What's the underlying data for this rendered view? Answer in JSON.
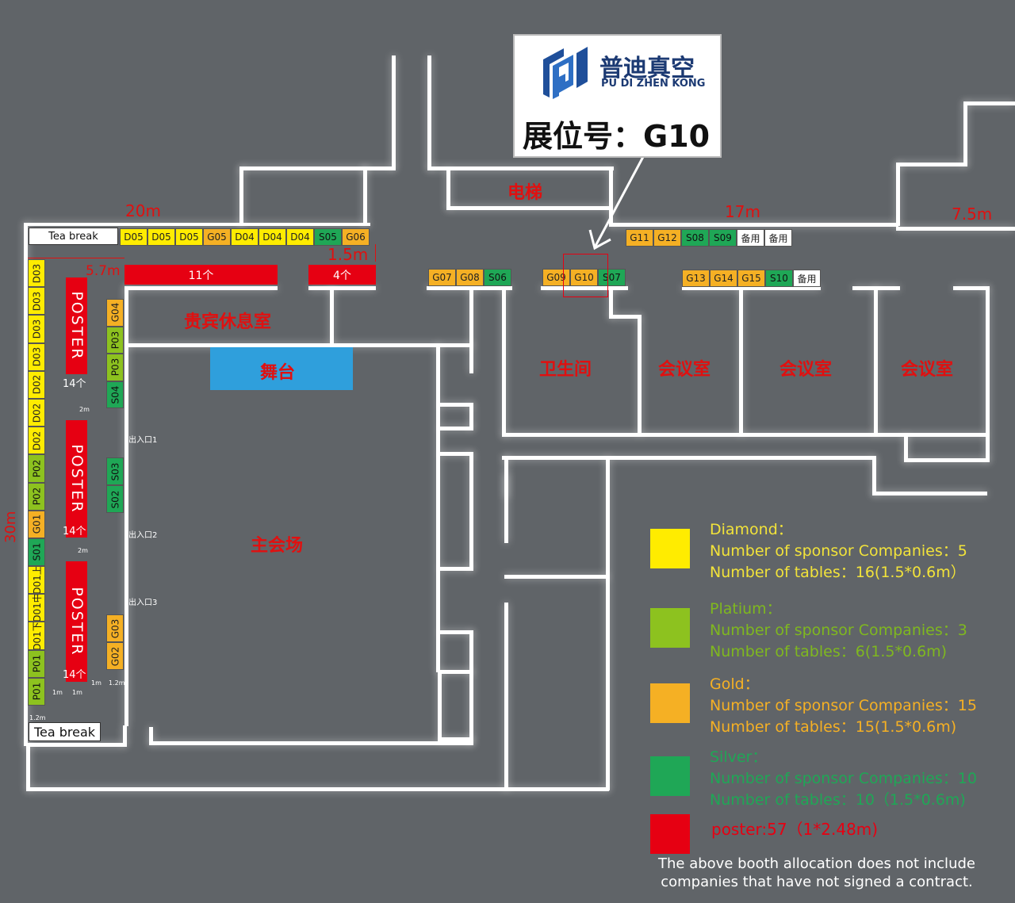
{
  "brand": {
    "name_cn": "普迪真空",
    "name_en": "PU DI ZHEN KONG",
    "booth_label": "展位号：G10"
  },
  "rooms": {
    "elevator": "电梯",
    "vip_lounge": "贵宾休息室",
    "stage": "舞台",
    "main_hall": "主会场",
    "restroom": "卫生间",
    "meeting_1": "会议室",
    "meeting_2": "会议室",
    "meeting_3": "会议室"
  },
  "dimensions": {
    "d20": "20m",
    "d17": "17m",
    "d75": "7.5m",
    "d57": "5.7m",
    "d15": "1.5m",
    "d30": "30m",
    "g2a": "2m",
    "g2b": "2m",
    "g1a": "1m",
    "g1b": "1m",
    "g1c": "1m",
    "g12a": "1.2m",
    "g12b": "1.2m"
  },
  "entrances": [
    "出入口1",
    "出入口2",
    "出入口3"
  ],
  "tea_break": [
    "Tea break",
    "Tea break"
  ],
  "poster_label": "POSTER",
  "poster_counts": [
    "14个",
    "14个",
    "14个"
  ],
  "poster_bars": [
    "11个",
    "4个"
  ],
  "colors": {
    "diamond": "#ffec00",
    "platinum": "#8dc21f",
    "gold": "#f5b024",
    "silver": "#1fa756",
    "poster": "#e60012",
    "highlight": "#e60012"
  },
  "booths": {
    "top_row_left": [
      {
        "id": "D05",
        "tier": "diamond"
      },
      {
        "id": "D05",
        "tier": "diamond"
      },
      {
        "id": "D05",
        "tier": "diamond"
      },
      {
        "id": "G05",
        "tier": "gold"
      },
      {
        "id": "D04",
        "tier": "diamond"
      },
      {
        "id": "D04",
        "tier": "diamond"
      },
      {
        "id": "D04",
        "tier": "diamond"
      },
      {
        "id": "S05",
        "tier": "silver"
      },
      {
        "id": "G06",
        "tier": "gold"
      }
    ],
    "left_column": [
      {
        "id": "D03",
        "tier": "diamond"
      },
      {
        "id": "D03",
        "tier": "diamond"
      },
      {
        "id": "D03",
        "tier": "diamond"
      },
      {
        "id": "D03",
        "tier": "diamond"
      },
      {
        "id": "D02",
        "tier": "diamond"
      },
      {
        "id": "D02",
        "tier": "diamond"
      },
      {
        "id": "D02",
        "tier": "diamond"
      },
      {
        "id": "P02",
        "tier": "platinum"
      },
      {
        "id": "P02",
        "tier": "platinum"
      },
      {
        "id": "G01",
        "tier": "gold"
      },
      {
        "id": "S01",
        "tier": "silver"
      },
      {
        "id": "D01上",
        "tier": "diamond"
      },
      {
        "id": "D01中",
        "tier": "diamond"
      },
      {
        "id": "D01下",
        "tier": "diamond"
      },
      {
        "id": "P01",
        "tier": "platinum"
      },
      {
        "id": "P01",
        "tier": "platinum"
      }
    ],
    "inner_column_top": [
      {
        "id": "G04",
        "tier": "gold"
      },
      {
        "id": "P03",
        "tier": "platinum"
      },
      {
        "id": "P03",
        "tier": "platinum"
      },
      {
        "id": "S04",
        "tier": "silver"
      }
    ],
    "inner_column_mid": [
      {
        "id": "S03",
        "tier": "silver"
      },
      {
        "id": "S02",
        "tier": "silver"
      }
    ],
    "inner_column_bottom": [
      {
        "id": "G03",
        "tier": "gold"
      },
      {
        "id": "G02",
        "tier": "gold"
      }
    ],
    "row_g07": [
      {
        "id": "G07",
        "tier": "gold"
      },
      {
        "id": "G08",
        "tier": "gold"
      },
      {
        "id": "S06",
        "tier": "silver"
      }
    ],
    "row_g09": [
      {
        "id": "G09",
        "tier": "gold"
      },
      {
        "id": "G10",
        "tier": "gold"
      },
      {
        "id": "S07",
        "tier": "silver"
      }
    ],
    "row_g11": [
      {
        "id": "G11",
        "tier": "gold"
      },
      {
        "id": "G12",
        "tier": "gold"
      },
      {
        "id": "S08",
        "tier": "silver"
      },
      {
        "id": "S09",
        "tier": "silver"
      },
      {
        "id": "备用",
        "tier": "spare"
      },
      {
        "id": "备用",
        "tier": "spare"
      }
    ],
    "row_g13": [
      {
        "id": "G13",
        "tier": "gold"
      },
      {
        "id": "G14",
        "tier": "gold"
      },
      {
        "id": "G15",
        "tier": "gold"
      },
      {
        "id": "S10",
        "tier": "silver"
      },
      {
        "id": "备用",
        "tier": "spare"
      }
    ]
  },
  "highlighted_booth": "G10",
  "legend": [
    {
      "tier": "diamond",
      "color": "#ffec00",
      "text_color": "#f2e33a",
      "lines": [
        "Diamond：",
        "Number of sponsor Companies：5",
        "Number of tables：16(1.5*0.6m）"
      ]
    },
    {
      "tier": "platinum",
      "color": "#8dc21f",
      "text_color": "#7fb81f",
      "lines": [
        "Platium：",
        "Number of sponsor Companies：3",
        "Number of tables：6(1.5*0.6m)"
      ]
    },
    {
      "tier": "gold",
      "color": "#f5b024",
      "text_color": "#f5b024",
      "lines": [
        "Gold：",
        "Number of sponsor Companies：15",
        "Number of tables：15(1.5*0.6m)"
      ]
    },
    {
      "tier": "silver",
      "color": "#1fa756",
      "text_color": "#1fa756",
      "lines": [
        "Silver：",
        "Number of sponsor Companies：10",
        "Number of tables：10（1.5*0.6m)"
      ]
    },
    {
      "tier": "poster",
      "color": "#e60012",
      "text_color": "#e60012",
      "lines": [
        "poster:57（1*2.48m)"
      ]
    }
  ],
  "footnote": [
    "The above booth allocation does not include",
    "companies that have not signed a contract."
  ]
}
